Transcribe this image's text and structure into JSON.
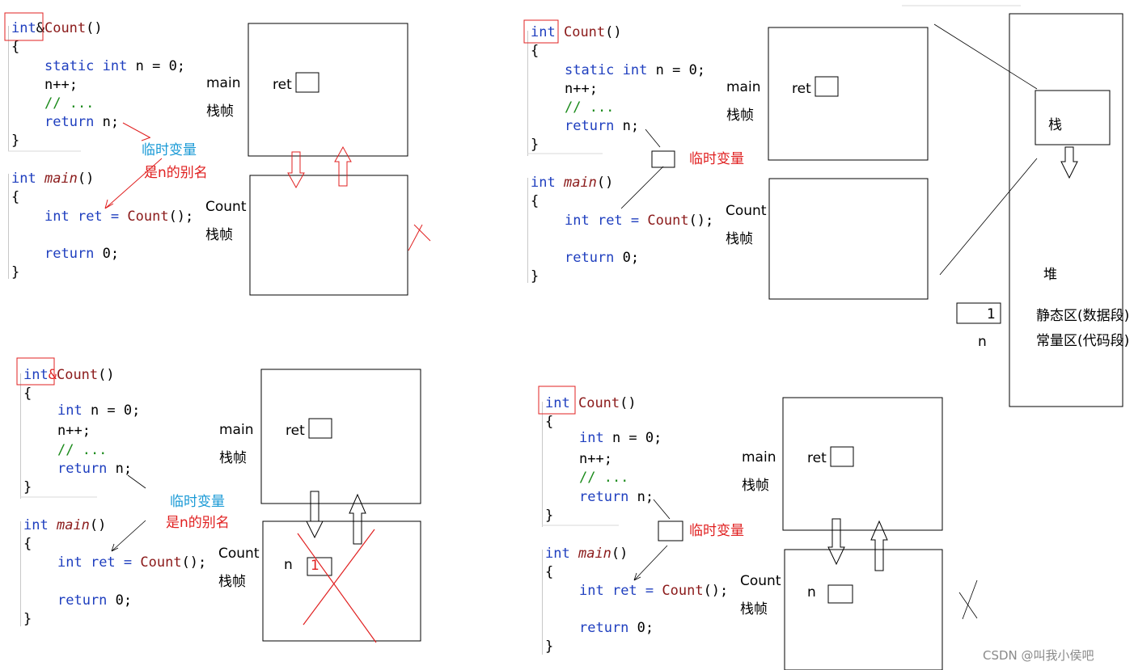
{
  "code": {
    "kw_int": "int",
    "kw_static": "static",
    "amp": "&",
    "fn_count": "Count",
    "fn_main": "main",
    "parens": "()",
    "call_parens": "();",
    "open_brace": "{",
    "close_brace": "}",
    "static_line_rest": " n = 0;",
    "incr_line": "n++;",
    "comment_line": "// ...",
    "kw_return": "return",
    "return_n_rest": " n;",
    "return_zero_rest": " 0;",
    "ret_decl": " ret = ",
    "n_decl": " n = 0;"
  },
  "labels": {
    "main": "main",
    "stack_frame": "栈帧",
    "count": "Count",
    "ret": "ret",
    "n": "n",
    "temp_var": "临时变量",
    "alias_of_n": "是n的别名",
    "stack": "栈",
    "heap": "堆",
    "static_area": "静态区(数据段)",
    "const_area": "常量区(代码段)",
    "one": "1",
    "watermark": "CSDN @叫我小侯吧"
  },
  "colors": {
    "code_keyword": "#1f3fbf",
    "code_function": "#8b1a1a",
    "code_comment": "#1a8a1a",
    "annotation_red": "#e02020",
    "annotation_blue": "#1a9ad6"
  }
}
